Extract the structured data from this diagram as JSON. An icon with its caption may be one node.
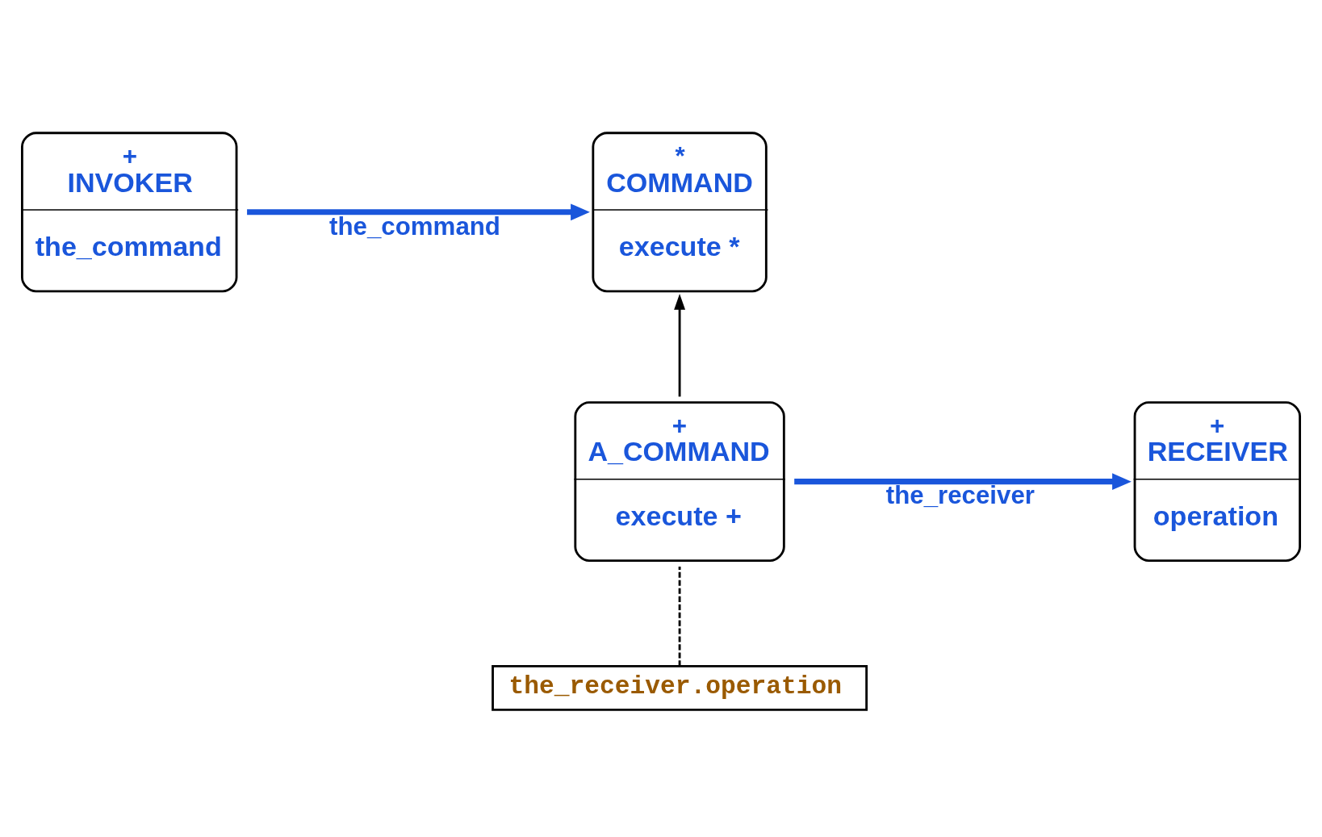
{
  "diagram": {
    "nodes": [
      {
        "text": [
          "+",
          "INVOKER",
          "the_command"
        ]
      },
      {
        "text": [
          "*",
          "COMMAND",
          "execute *"
        ]
      },
      {
        "text": [
          "+",
          "RECEIVER",
          "operation"
        ]
      },
      {
        "text": [
          "+",
          "A_COMMAND",
          "execute +"
        ]
      },
      {
        "text": [
          "the_receiver.operation"
        ]
      }
    ],
    "edges": [
      {
        "from": 0,
        "to": 1,
        "arrow": "to",
        "label": "the_command",
        "style": "thick",
        "color": "#1a56db"
      },
      {
        "from": 3,
        "to": 1,
        "arrow": "to",
        "color": "#000000"
      },
      {
        "from": 3,
        "to": 2,
        "arrow": "to",
        "label": "the_receiver",
        "style": "thick",
        "color": "#1a56db"
      },
      {
        "from": 4,
        "to": 3,
        "arrow": "none",
        "style": "dashed",
        "color": "#000000"
      }
    ]
  }
}
